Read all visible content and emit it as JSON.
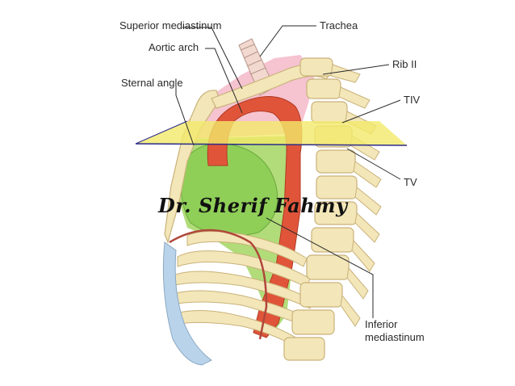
{
  "labels": {
    "superior_mediastinum": "Superior mediastinum",
    "trachea": "Trachea",
    "aortic_arch": "Aortic arch",
    "rib_ii": "Rib II",
    "sternal_angle": "Sternal angle",
    "tiv": "TIV",
    "tv": "TV",
    "inferior_mediastinum_line1": "Inferior",
    "inferior_mediastinum_line2": "mediastinum"
  },
  "watermark": "Dr. Sherif Fahmy",
  "colors": {
    "bone": "#f3e6b8",
    "bone_edge": "#c9b27a",
    "superior_region": "#f4b8c8",
    "inferior_region": "#a8d86a",
    "aorta": "#e0553a",
    "plane": "#f2ea6a",
    "plane_edge": "#2b2b8a",
    "rib_cartilage": "#b9d3ea"
  }
}
